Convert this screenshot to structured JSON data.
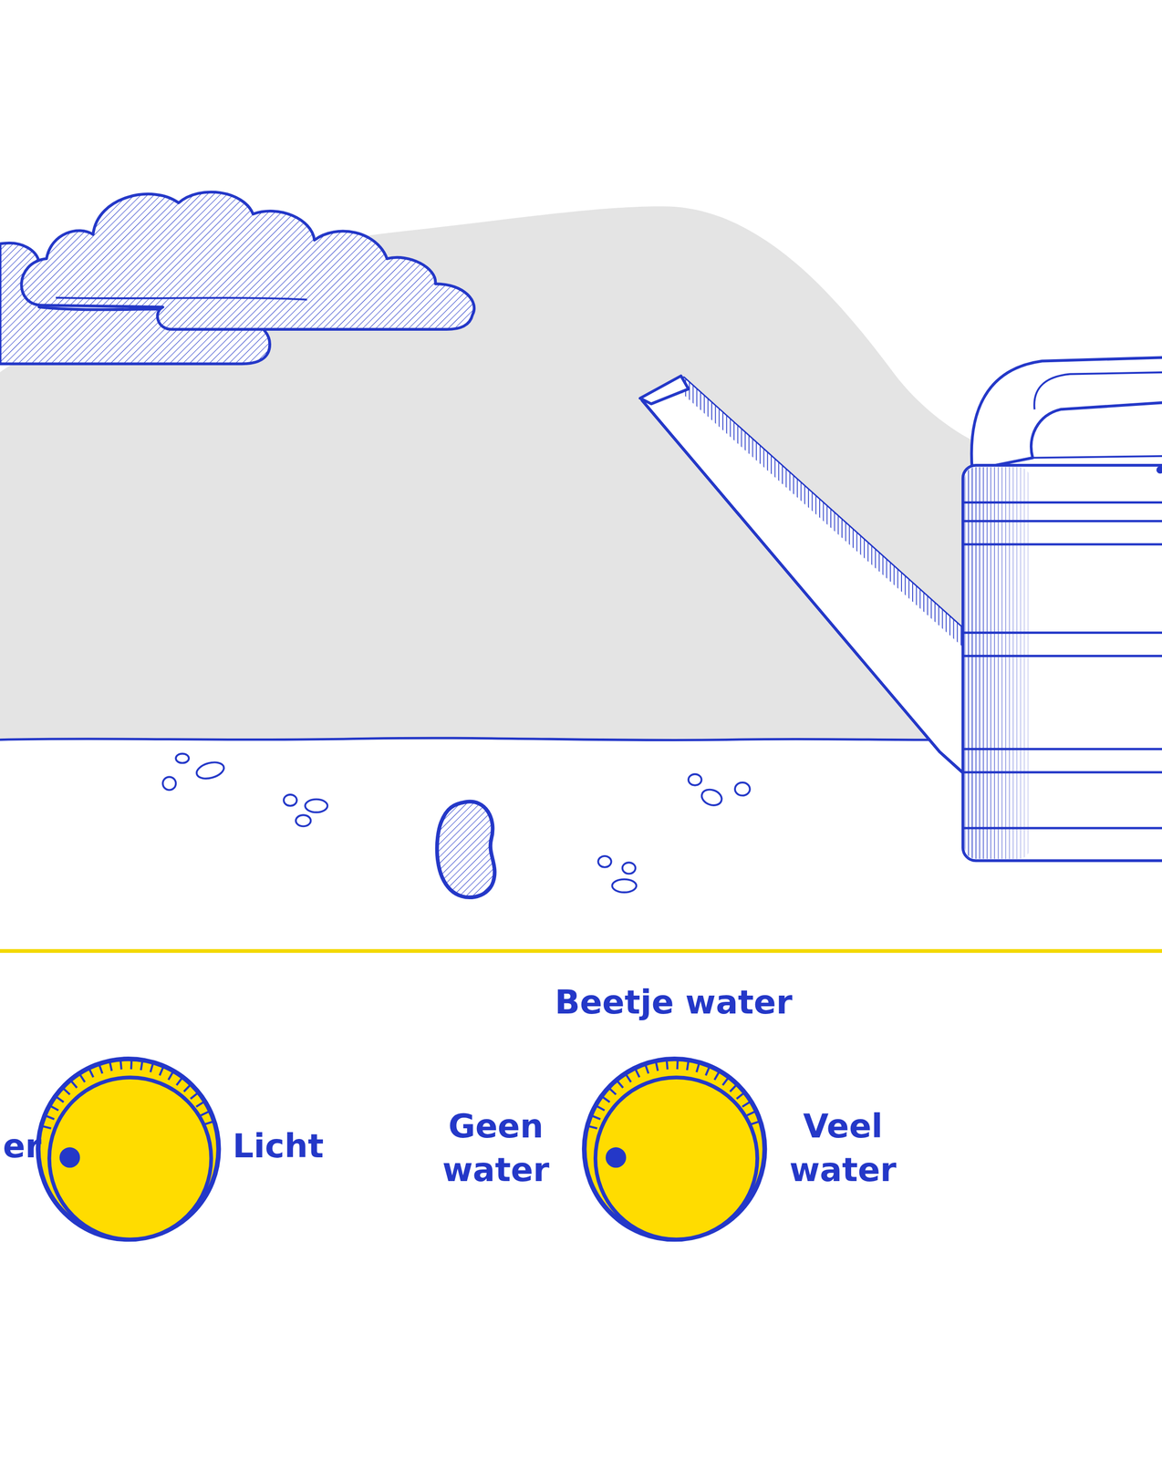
{
  "diagram": {
    "labels": [
      "er",
      "Licht",
      "Beetje water",
      "Geen water",
      "Veel water"
    ]
  }
}
